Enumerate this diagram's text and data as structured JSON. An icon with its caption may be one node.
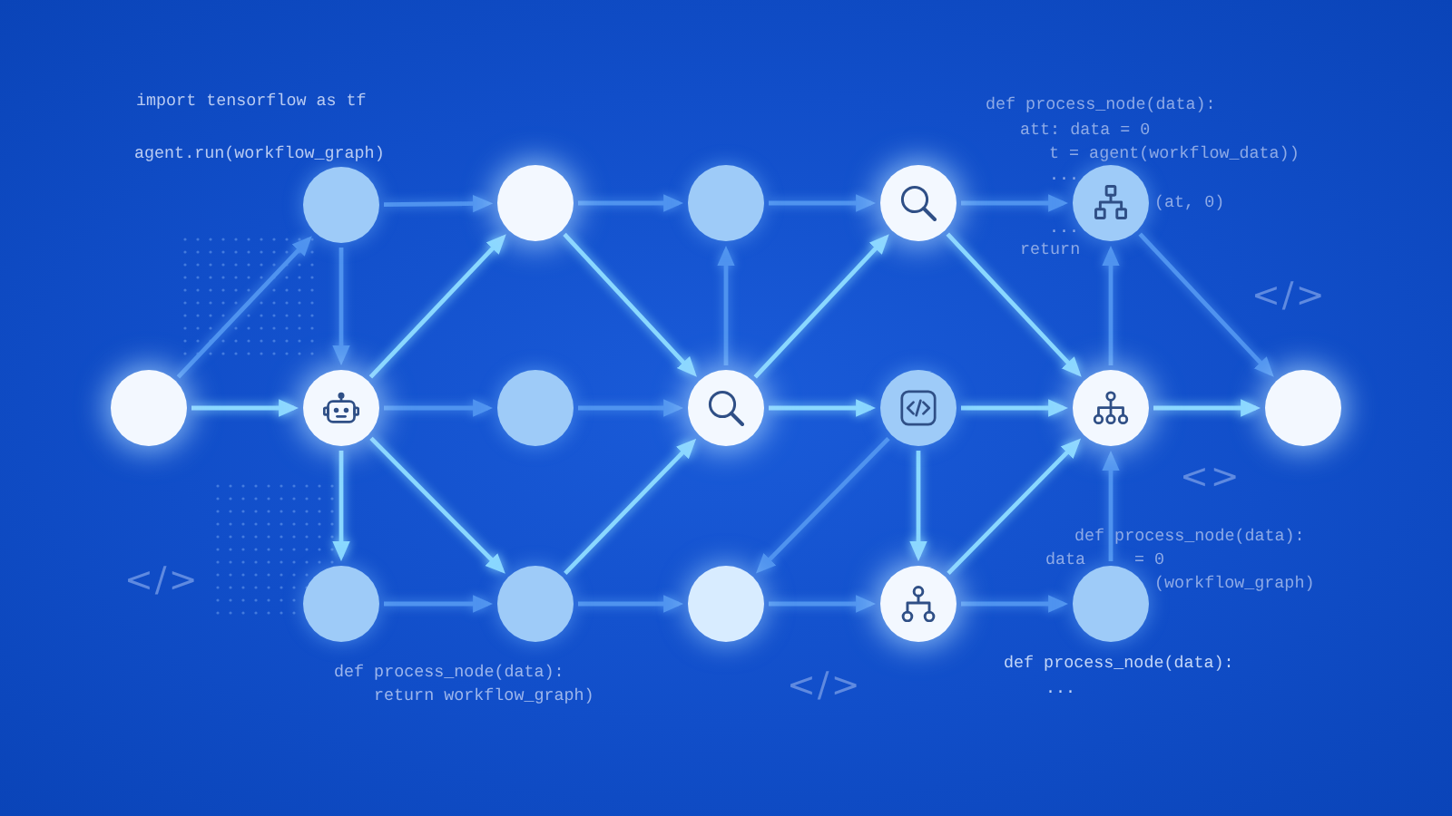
{
  "diagram": {
    "nodes": [
      {
        "text": [],
        "shape": "circle"
      },
      {
        "text": [],
        "shape": "circle"
      },
      {
        "text": [],
        "shape": "circle"
      },
      {
        "text": [],
        "shape": "circle"
      },
      {
        "text": [],
        "shape": "circle"
      },
      {
        "text": [],
        "shape": "circle"
      },
      {
        "text": [],
        "shape": "circle"
      },
      {
        "text": [],
        "shape": "circle"
      },
      {
        "text": [],
        "shape": "circle"
      },
      {
        "text": [],
        "shape": "circle"
      },
      {
        "text": [],
        "shape": "circle"
      },
      {
        "text": [],
        "shape": "circle"
      },
      {
        "text": [],
        "shape": "circle"
      },
      {
        "text": [],
        "shape": "circle"
      },
      {
        "text": [],
        "shape": "circle"
      },
      {
        "text": [],
        "shape": "circle"
      },
      {
        "text": [],
        "shape": "circle"
      }
    ],
    "edges": [
      {
        "from": 0,
        "to": 1,
        "arrow": "to"
      },
      {
        "from": 0,
        "to": 2,
        "arrow": "to",
        "color": "#8ad8ff"
      },
      {
        "from": 1,
        "to": 2,
        "arrow": "to"
      },
      {
        "from": 1,
        "to": 4,
        "arrow": "to"
      },
      {
        "from": 2,
        "to": 3,
        "arrow": "to",
        "color": "#8ad8ff"
      },
      {
        "from": 2,
        "to": 4,
        "arrow": "to",
        "color": "#8ad8ff"
      },
      {
        "from": 2,
        "to": 5,
        "arrow": "to"
      },
      {
        "from": 2,
        "to": 6,
        "arrow": "to",
        "color": "#8ad8ff"
      },
      {
        "from": 3,
        "to": 6,
        "arrow": "to"
      },
      {
        "from": 4,
        "to": 7,
        "arrow": "to"
      },
      {
        "from": 4,
        "to": 8,
        "arrow": "to",
        "color": "#8ad8ff"
      },
      {
        "from": 5,
        "to": 8,
        "arrow": "to"
      },
      {
        "from": 6,
        "to": 8,
        "arrow": "to",
        "color": "#8ad8ff"
      },
      {
        "from": 6,
        "to": 9,
        "arrow": "to"
      },
      {
        "from": 8,
        "to": 7,
        "arrow": "to"
      },
      {
        "from": 7,
        "to": 10,
        "arrow": "to"
      },
      {
        "from": 8,
        "to": 10,
        "arrow": "to",
        "color": "#8ad8ff"
      },
      {
        "from": 8,
        "to": 11,
        "arrow": "to",
        "color": "#8ad8ff"
      },
      {
        "from": 9,
        "to": 12,
        "arrow": "to"
      },
      {
        "from": 11,
        "to": 9,
        "arrow": "to"
      },
      {
        "from": 11,
        "to": 12,
        "arrow": "to",
        "color": "#8ad8ff"
      },
      {
        "from": 11,
        "to": 14,
        "arrow": "to",
        "color": "#8ad8ff"
      },
      {
        "from": 10,
        "to": 13,
        "arrow": "to"
      },
      {
        "from": 10,
        "to": 14,
        "arrow": "to",
        "color": "#8ad8ff"
      },
      {
        "from": 12,
        "to": 14,
        "arrow": "to",
        "color": "#8ad8ff"
      },
      {
        "from": 12,
        "to": 15,
        "arrow": "to"
      },
      {
        "from": 15,
        "to": 14,
        "arrow": "to"
      },
      {
        "from": 14,
        "to": 13,
        "arrow": "to"
      },
      {
        "from": 13,
        "to": 16,
        "arrow": "to"
      },
      {
        "from": 14,
        "to": 16,
        "arrow": "to",
        "color": "#8ad8ff"
      }
    ],
    "labels": [
      "import tensorflow as tf",
      "agent.run(workflow_graph)",
      "def process_node(data):",
      "att: data = 0",
      "t = agent(workflow_data))",
      "...",
      "(at, 0)",
      "...",
      "return",
      "</>",
      "<>",
      "def process_node(data):",
      "data",
      "= 0",
      "(workflow_graph)",
      "</>",
      "def process_node(data):",
      "return workflow_graph)",
      "</>",
      "def process_node(data):",
      "..."
    ]
  }
}
